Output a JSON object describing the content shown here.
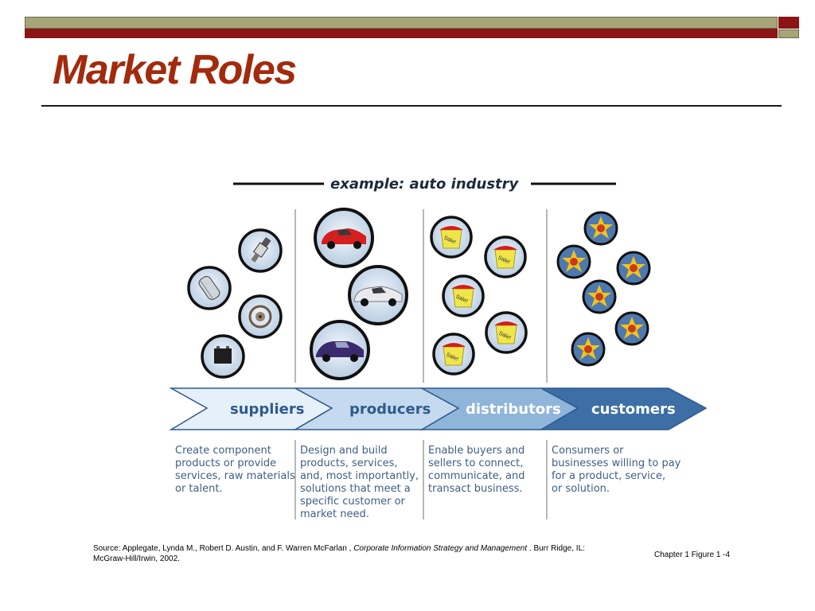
{
  "title": "Market Roles",
  "diagram": {
    "example_label": "example: auto industry",
    "stages": [
      {
        "label": "suppliers",
        "description_lines": [
          "Create component",
          "products or provide",
          "services, raw materials",
          "or talent."
        ]
      },
      {
        "label": "producers",
        "description_lines": [
          "Design and build",
          "products, services,",
          "and, most importantly,",
          "solutions that meet a",
          "specific customer or",
          "market need."
        ]
      },
      {
        "label": "distributors",
        "description_lines": [
          "Enable buyers and",
          "sellers to connect,",
          "communicate, and",
          "transact business."
        ]
      },
      {
        "label": "customers",
        "description_lines": [
          "Consumers or",
          "businesses willing to pay",
          "for a product, service,",
          "or solution."
        ]
      }
    ],
    "sale_tag": "Sale!",
    "icons": {
      "suppliers": [
        "spark-plug-icon",
        "muffler-icon",
        "engine-part-icon",
        "battery-icon"
      ],
      "producers": [
        "red-car-icon",
        "silver-car-icon",
        "purple-car-icon"
      ],
      "distributors": [
        "sale-tag-icon",
        "sale-tag-icon",
        "sale-tag-icon",
        "sale-tag-icon",
        "sale-tag-icon"
      ],
      "customers": [
        "customer-icon",
        "customer-icon",
        "customer-icon",
        "customer-icon",
        "customer-icon",
        "customer-icon"
      ]
    }
  },
  "footer": {
    "source_prefix": "Source: Applegate, Lynda M., Robert D. Austin, and F. Warren  McFarlan ,",
    "source_title": "Corporate Information Strategy and Management",
    "source_suffix": ". Burr Ridge, IL: McGraw-Hill/Irwin, 2002.",
    "figure_label": "Chapter 1 Figure 1 -4"
  },
  "colors": {
    "title": "#a32a0c",
    "bar_olive": "#a5a578",
    "bar_maroon": "#8b1515",
    "chevron_1": "#e6f0f9",
    "chevron_2": "#c5daee",
    "chevron_3": "#8fb5db",
    "chevron_4": "#3d6fa6",
    "text_blue": "#3d5f85"
  }
}
